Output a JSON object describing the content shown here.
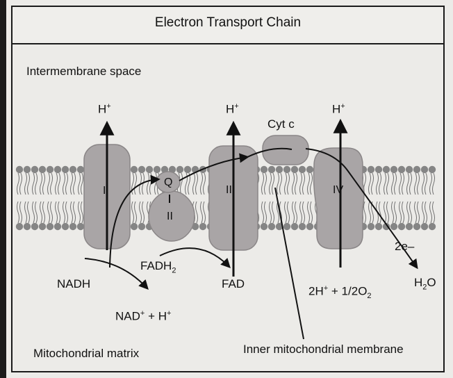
{
  "title": "Electron Transport Chain",
  "regions": {
    "intermembrane_space": "Intermembrane space",
    "mitochondrial_matrix": "Mitochondrial matrix",
    "inner_membrane": "Inner mitochondrial membrane"
  },
  "complexes": {
    "c1": "I",
    "c2": "II",
    "c3": "III",
    "c4": "IV",
    "q": "Q",
    "cytc": "Cyt c"
  },
  "proton": {
    "base": "H",
    "charge": "+"
  },
  "molecules": {
    "nadh": "NADH",
    "nad_plus": "NAD",
    "plus_h": "+ H",
    "fadh2_base": "FADH",
    "fadh2_sub": "2",
    "fad": "FAD",
    "two_h": "2H",
    "half_o2": "+ 1/2O",
    "o2_sub": "2",
    "electrons": "2e–",
    "water_base": "H",
    "water_sub": "2",
    "water_o": "O"
  },
  "colors": {
    "protein": "#a9a5a6",
    "protein_stroke": "#8a8687",
    "lipid_head": "#858585",
    "background": "#ecebe8"
  }
}
